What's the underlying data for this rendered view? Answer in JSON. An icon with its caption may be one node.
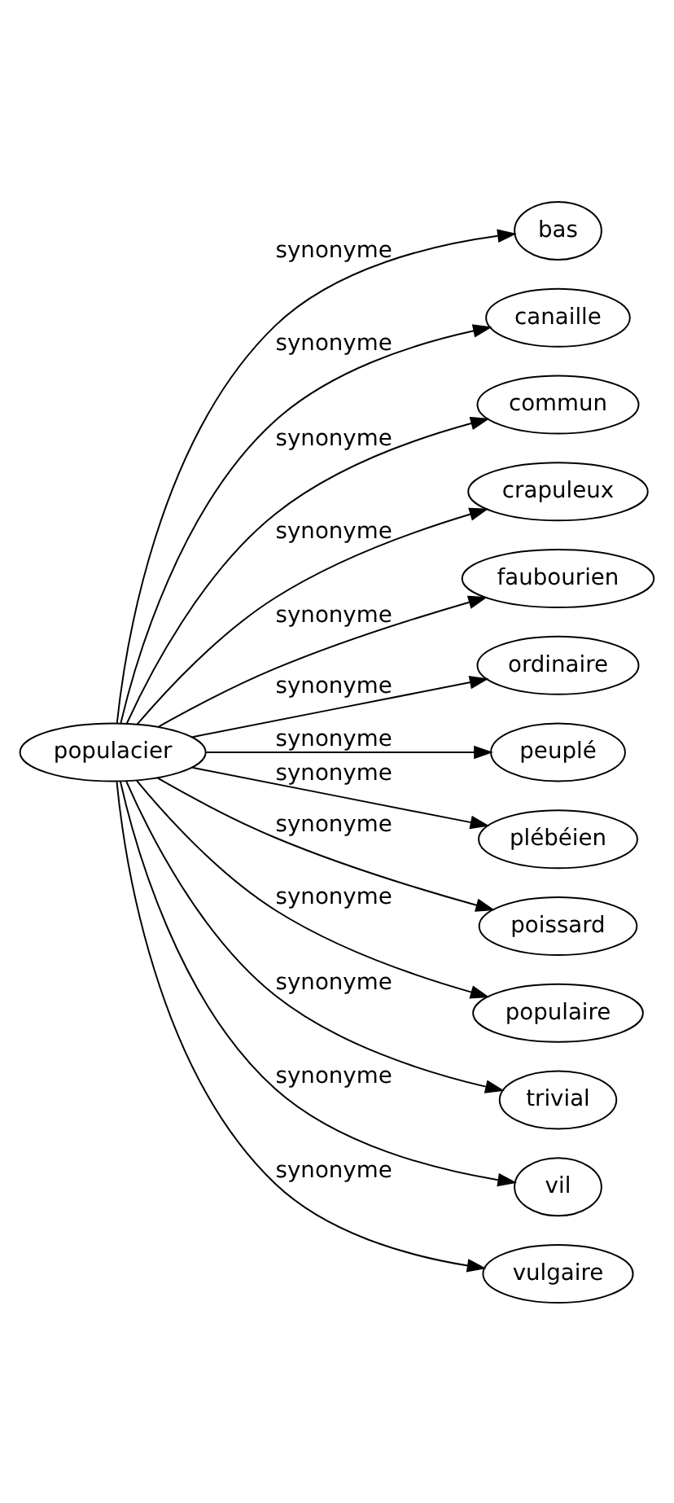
{
  "diagram": {
    "nodes": [
      {
        "text": [
          "populacier"
        ]
      },
      {
        "text": [
          "bas"
        ]
      },
      {
        "text": [
          "canaille"
        ]
      },
      {
        "text": [
          "commun"
        ]
      },
      {
        "text": [
          "crapuleux"
        ]
      },
      {
        "text": [
          "faubourien"
        ]
      },
      {
        "text": [
          "ordinaire"
        ]
      },
      {
        "text": [
          "peuplé"
        ]
      },
      {
        "text": [
          "plébéien"
        ]
      },
      {
        "text": [
          "poissard"
        ]
      },
      {
        "text": [
          "populaire"
        ]
      },
      {
        "text": [
          "trivial"
        ]
      },
      {
        "text": [
          "vil"
        ]
      },
      {
        "text": [
          "vulgaire"
        ]
      }
    ],
    "edges": [
      {
        "from": 0,
        "to": 1,
        "arrow": "to",
        "label": "synonyme"
      },
      {
        "from": 0,
        "to": 2,
        "arrow": "to",
        "label": "synonyme"
      },
      {
        "from": 0,
        "to": 3,
        "arrow": "to",
        "label": "synonyme"
      },
      {
        "from": 0,
        "to": 4,
        "arrow": "to",
        "label": "synonyme"
      },
      {
        "from": 0,
        "to": 5,
        "arrow": "to",
        "label": "synonyme"
      },
      {
        "from": 0,
        "to": 6,
        "arrow": "to",
        "label": "synonyme"
      },
      {
        "from": 0,
        "to": 7,
        "arrow": "to",
        "label": "synonyme"
      },
      {
        "from": 0,
        "to": 8,
        "arrow": "to",
        "label": "synonyme"
      },
      {
        "from": 0,
        "to": 9,
        "arrow": "to",
        "label": "synonyme"
      },
      {
        "from": 0,
        "to": 10,
        "arrow": "to",
        "label": "synonyme"
      },
      {
        "from": 0,
        "to": 11,
        "arrow": "to",
        "label": "synonyme"
      },
      {
        "from": 0,
        "to": 12,
        "arrow": "to",
        "label": "synonyme"
      },
      {
        "from": 0,
        "to": 13,
        "arrow": "to",
        "label": "synonyme"
      }
    ]
  }
}
